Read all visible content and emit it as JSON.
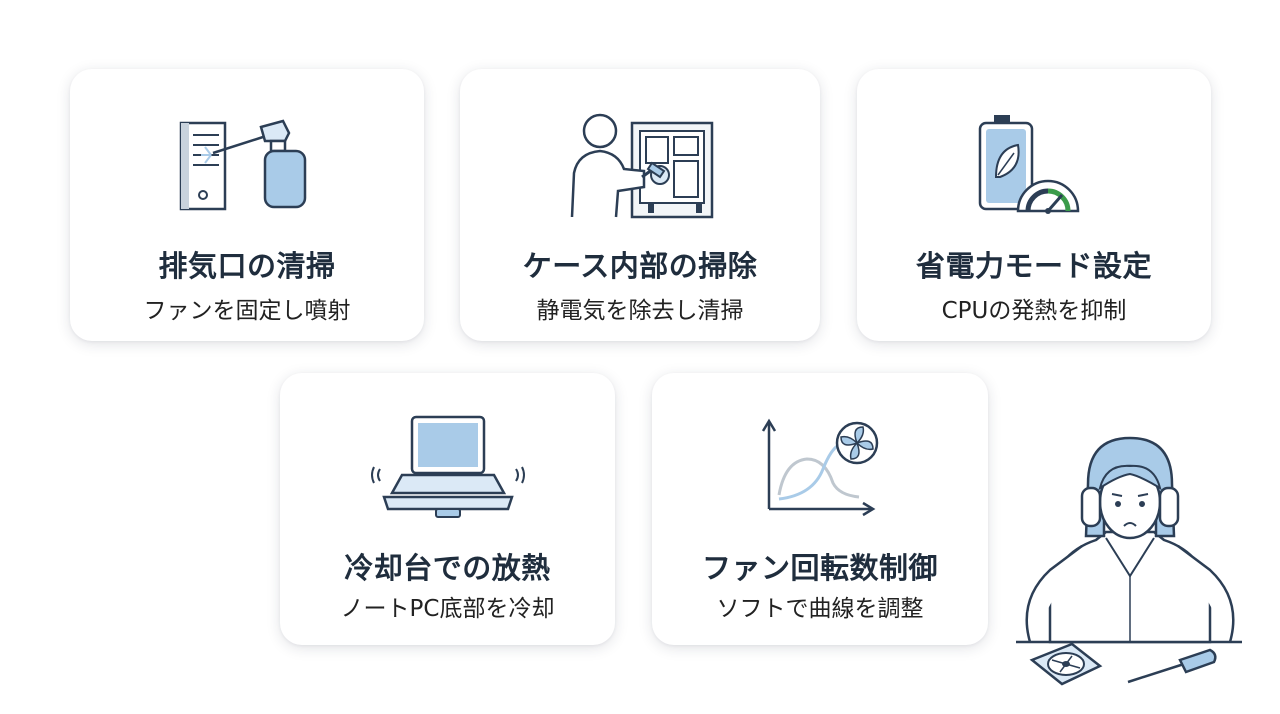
{
  "cards": [
    {
      "title": "排気口の清掃",
      "desc": "ファンを固定し噴射",
      "icon": "air-duster-icon"
    },
    {
      "title": "ケース内部の掃除",
      "desc": "静電気を除去し清掃",
      "icon": "case-cleaning-icon"
    },
    {
      "title": "省電力モード設定",
      "desc": "CPUの発熱を抑制",
      "icon": "battery-gauge-icon"
    },
    {
      "title": "冷却台での放熱",
      "desc": "ノートPC底部を冷却",
      "icon": "laptop-cooling-pad-icon"
    },
    {
      "title": "ファン回転数制御",
      "desc": "ソフトで曲線を調整",
      "icon": "fan-curve-icon"
    }
  ],
  "colors": {
    "navy": "#2c3e55",
    "light_blue": "#a9cbe8",
    "pale_blue": "#dbe9f6",
    "green": "#3b9b4a",
    "title": "#1f2d3d"
  }
}
